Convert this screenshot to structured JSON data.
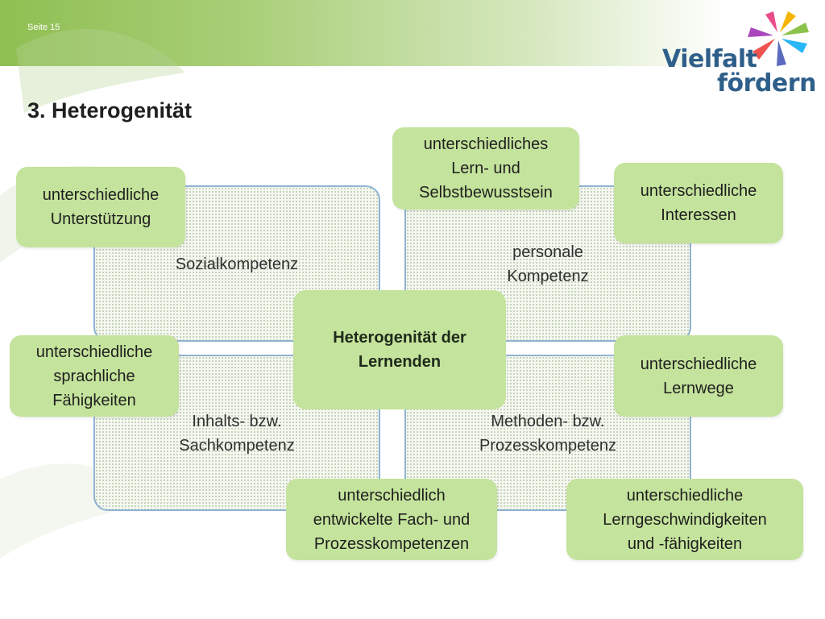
{
  "header": {
    "page_label": "Seite 15",
    "logo_line1": "Vielfalt",
    "logo_line2": "fördern"
  },
  "title": "3. Heterogenität",
  "colors": {
    "box_fill": "#c4e39c",
    "header_green": "#8fbf52",
    "quadrant_border": "#8fb3d2",
    "logo_text": "#2e5f8a"
  },
  "quadrants": {
    "top_left": "Sozialkompetenz",
    "top_right_line1": "personale",
    "top_right_line2": "Kompetenz",
    "bottom_left_line1": "Inhalts- bzw.",
    "bottom_left_line2": "Sachkompetenz",
    "bottom_right_line1": "Methoden- bzw.",
    "bottom_right_line2": "Prozesskompetenz"
  },
  "center": {
    "line1": "Heterogenität der",
    "line2": "Lernenden"
  },
  "boxes": {
    "support": [
      "unterschiedliche",
      "Unterstützung"
    ],
    "learning_confidence": [
      "unterschiedliches",
      "Lern- und",
      "Selbstbewusstsein"
    ],
    "interests": [
      "unterschiedliche",
      "Interessen"
    ],
    "language": [
      "unterschiedliche",
      "sprachliche",
      "Fähigkeiten"
    ],
    "learning_paths": [
      "unterschiedliche",
      "Lernwege"
    ],
    "competencies": [
      "unterschiedlich",
      "entwickelte Fach- und",
      "Prozesskompetenzen"
    ],
    "learning_speed": [
      "unterschiedliche",
      "Lerngeschwindigkeiten",
      "und -fähigkeiten"
    ]
  }
}
